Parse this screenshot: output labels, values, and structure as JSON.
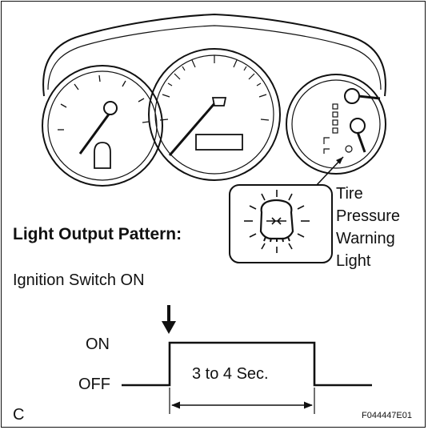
{
  "figure": {
    "pattern_heading": "Light Output Pattern:",
    "callout_label_lines": [
      "Tire",
      "Pressure",
      "Warning",
      "Light"
    ],
    "condition": "Ignition Switch ON",
    "timing": {
      "level_high": "ON",
      "level_low": "OFF",
      "duration_label": "3 to 4 Sec."
    },
    "corner_letter": "C",
    "figure_code": "F044447E01"
  }
}
